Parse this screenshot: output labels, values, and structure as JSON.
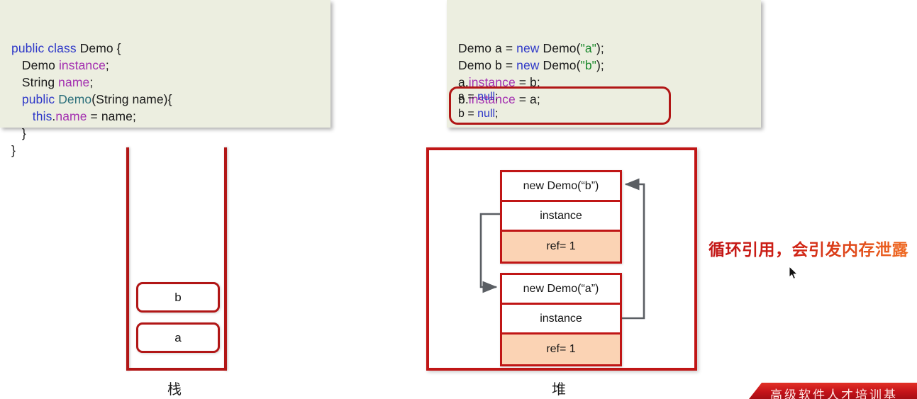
{
  "code_left": {
    "name": "demo-class-definition",
    "lines": [
      [
        {
          "t": "public ",
          "c": "kw"
        },
        {
          "t": "class ",
          "c": "kw"
        },
        {
          "t": "Demo {",
          "c": "pl"
        }
      ],
      [
        {
          "t": "   Demo ",
          "c": "pl"
        },
        {
          "t": "instance",
          "c": "fld"
        },
        {
          "t": ";",
          "c": "pl"
        }
      ],
      [
        {
          "t": "   String ",
          "c": "pl"
        },
        {
          "t": "name",
          "c": "fld"
        },
        {
          "t": ";",
          "c": "pl"
        }
      ],
      [
        {
          "t": "   ",
          "c": "pl"
        },
        {
          "t": "public ",
          "c": "kw"
        },
        {
          "t": "Demo",
          "c": "type"
        },
        {
          "t": "(String name){",
          "c": "pl"
        }
      ],
      [
        {
          "t": "      ",
          "c": "pl"
        },
        {
          "t": "this",
          "c": "kw"
        },
        {
          "t": ".",
          "c": "pl"
        },
        {
          "t": "name",
          "c": "fld"
        },
        {
          "t": " = name;",
          "c": "pl"
        }
      ],
      [
        {
          "t": "   }",
          "c": "pl"
        }
      ],
      [
        {
          "t": "}",
          "c": "pl"
        }
      ]
    ]
  },
  "code_right": {
    "name": "demo-usage-snippet",
    "lines": [
      [
        {
          "t": "Demo a = ",
          "c": "pl"
        },
        {
          "t": "new ",
          "c": "kw"
        },
        {
          "t": "Demo(",
          "c": "pl"
        },
        {
          "t": "\"a\"",
          "c": "str"
        },
        {
          "t": ");",
          "c": "pl"
        }
      ],
      [
        {
          "t": "Demo b = ",
          "c": "pl"
        },
        {
          "t": "new ",
          "c": "kw"
        },
        {
          "t": "Demo(",
          "c": "pl"
        },
        {
          "t": "\"b\"",
          "c": "str"
        },
        {
          "t": ");",
          "c": "pl"
        }
      ],
      [
        {
          "t": "a.",
          "c": "pl"
        },
        {
          "t": "instance",
          "c": "fld"
        },
        {
          "t": " = b;",
          "c": "pl"
        }
      ],
      [
        {
          "t": "b.",
          "c": "pl"
        },
        {
          "t": "instance",
          "c": "fld"
        },
        {
          "t": " = a;",
          "c": "pl"
        }
      ]
    ],
    "highlight_box": {
      "name": "null-assignment-highlight",
      "lines": [
        [
          {
            "t": "a = ",
            "c": "pl"
          },
          {
            "t": "null",
            "c": "kw"
          },
          {
            "t": ";",
            "c": "pl"
          }
        ],
        [
          {
            "t": "b = ",
            "c": "pl"
          },
          {
            "t": "null",
            "c": "kw"
          },
          {
            "t": ";",
            "c": "pl"
          }
        ]
      ]
    }
  },
  "stack": {
    "label": "栈",
    "cells": [
      {
        "id": "b",
        "text": "b"
      },
      {
        "id": "a",
        "text": "a"
      }
    ]
  },
  "heap": {
    "label": "堆",
    "objects": [
      {
        "id": "b",
        "rows": [
          "new Demo(“b”)",
          "instance",
          "ref= 1"
        ]
      },
      {
        "id": "a",
        "rows": [
          "new Demo(“a”)",
          "instance",
          "ref= 1"
        ]
      }
    ]
  },
  "annotation": {
    "warning_text": "循环引用，会引发内存泄露"
  },
  "banner": {
    "text": "高级软件人才培训基"
  },
  "colors": {
    "code_bg": "#eceee0",
    "red_border": "#c01616",
    "stack_red": "#b11616",
    "ref_highlight": "#fbd3b4",
    "arrow_gray": "#5a5e63",
    "keyword_blue": "#2f39c8",
    "field_purple": "#a32fb0",
    "string_green": "#1d8a2e",
    "type_teal": "#2b6f7a",
    "warning_red": "#c21515",
    "banner_red": "#c5131a"
  }
}
